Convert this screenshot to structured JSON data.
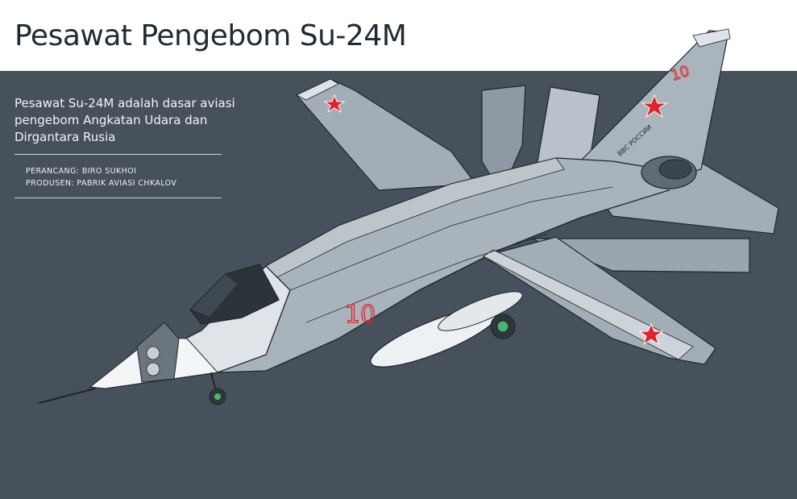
{
  "header": {
    "title": "Pesawat Pengebom Su-24M"
  },
  "intro": {
    "text": "Pesawat Su-24M adalah dasar aviasi pengebom Angkatan Udara dan Dirgantara Rusia"
  },
  "credits": {
    "designer": "PERANCANG: BIRO SUKHOI",
    "manufacturer": "PRODUSEN: PABRIK AVIASI CHKALOV"
  },
  "aircraft": {
    "tail_number": "10",
    "fuselage_number": "10",
    "tail_text": "ВВС РОССИИ"
  },
  "colors": {
    "background": "#46515b",
    "aircraft_grey": "#a3adb6",
    "aircraft_light": "#c4ccd3",
    "star_red": "#e0242b"
  }
}
